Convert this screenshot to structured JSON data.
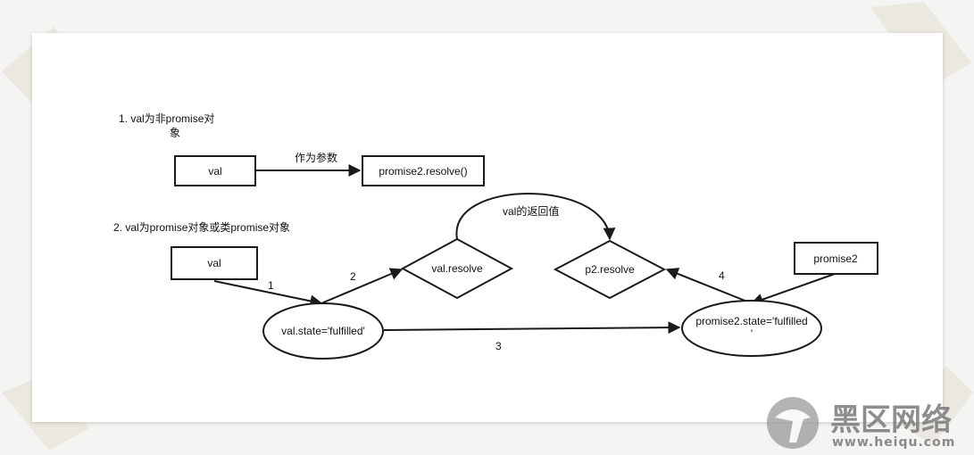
{
  "diagram": {
    "section1": {
      "line1": "1. val为非promise对",
      "line2": "象"
    },
    "section2": {
      "heading": "2. val为promise对象或类promise对象"
    },
    "nodes": {
      "val_top": "val",
      "promise2_resolve": "promise2.resolve()",
      "val_mid": "val",
      "val_resolve": "val.resolve",
      "p2_resolve": "p2.resolve",
      "promise2": "promise2",
      "val_state": "val.state='fulfilled'",
      "promise2_state_line1": "promise2.state='fulfilled",
      "promise2_state_line2": "'"
    },
    "edges": {
      "as_param": "作为参数",
      "return_value": "val的返回值",
      "e1": "1",
      "e2": "2",
      "e3": "3",
      "e4": "4"
    }
  },
  "watermark": {
    "brand": "黑区网络",
    "url": "www.heiqu.com"
  }
}
